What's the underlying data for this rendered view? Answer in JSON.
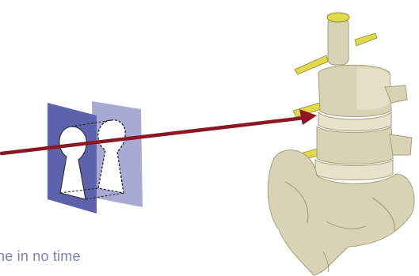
{
  "caption": "ne in no time",
  "colors": {
    "front_panel": "#5d62ad",
    "back_panel": "#a8aad3",
    "arrow": "#8c1722",
    "bone": "#d9d3b5",
    "bone_shadow": "#a69f7b",
    "disc": "#e8e2cc",
    "nerve": "#e0d94a",
    "caption_text": "#7a82b6"
  },
  "icons": [
    "keyhole-panel-front",
    "keyhole-panel-back",
    "red-arrow",
    "spine-illustration"
  ]
}
